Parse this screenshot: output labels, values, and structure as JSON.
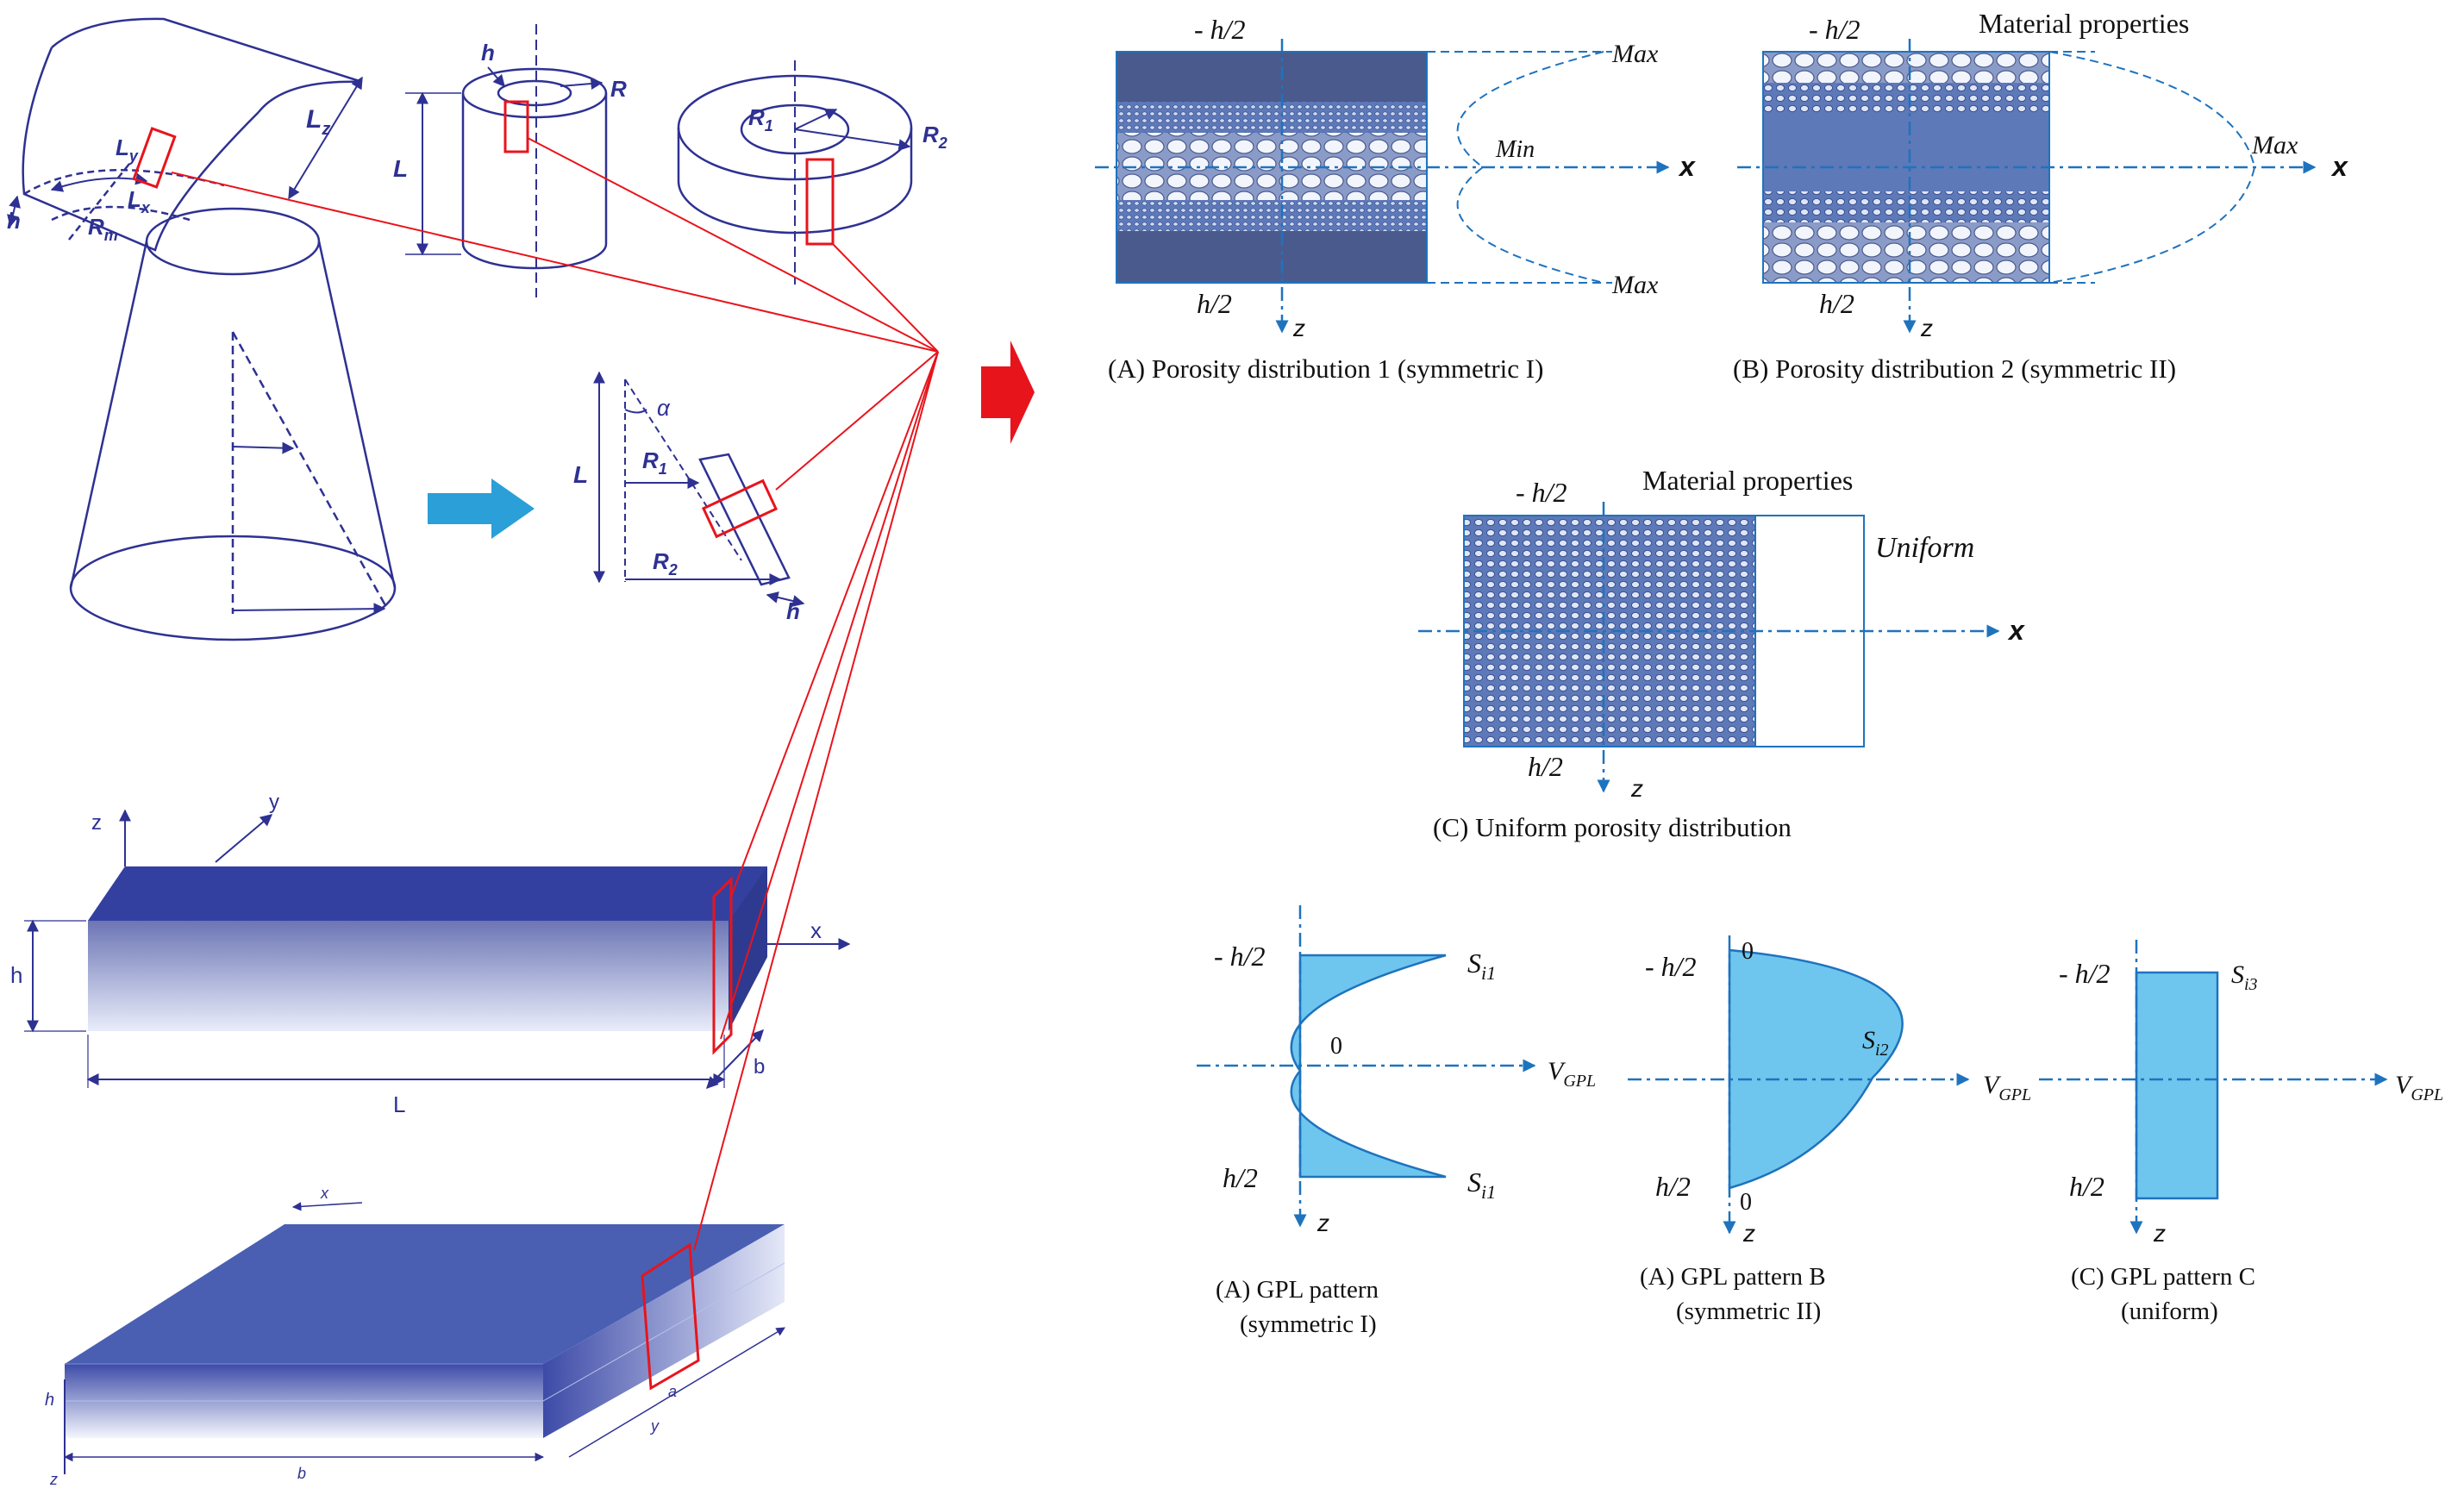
{
  "colors": {
    "sketch": "#2e3192",
    "sketch_light": "#5b5fb8",
    "callout": "#e8141c",
    "arrow_blue": "#2a9fd8",
    "axis": "#1e73be",
    "profile_fill": "#6ec6ee",
    "profile_stroke": "#1e73be",
    "foam_dark": "#4a5a8c",
    "foam_mid": "#5e79b8",
    "solid_top": "#3c4aa0"
  },
  "icons": [
    "right-arrow-icon",
    "red-arrow-icon"
  ],
  "shells": {
    "curved_panel": {
      "L_z": "L",
      "L_z_sub": "z",
      "L_y": "L",
      "L_y_sub": "y",
      "L_x": "L",
      "L_x_sub": "x",
      "R_m": "R",
      "R_m_sub": "m",
      "h": "h"
    },
    "cylinder": {
      "h": "h",
      "R": "R",
      "L": "L"
    },
    "annulus": {
      "R1": "R",
      "R1_sub": "1",
      "R2": "R",
      "R2_sub": "2"
    },
    "cone_section": {
      "L": "L",
      "alpha": "α",
      "R1": "R",
      "R1_sub": "1",
      "R2": "R",
      "R2_sub": "2",
      "h": "h"
    },
    "beam": {
      "z": "z",
      "y": "y",
      "x": "x",
      "h": "h",
      "L": "L",
      "b": "b"
    },
    "plate": {
      "x": "x",
      "h": "h",
      "b": "b",
      "a": "a",
      "y": "y",
      "z": "z"
    }
  },
  "porosity": {
    "A": {
      "top": "- h/2",
      "bottom": "h/2",
      "max_top": "Max",
      "min": "Min",
      "max_bottom": "Max",
      "x": "x",
      "z": "z",
      "caption": "(A) Porosity distribution 1 (symmetric I)"
    },
    "B": {
      "title": "Material properties",
      "top": "- h/2",
      "bottom": "h/2",
      "max": "Max",
      "x": "x",
      "z": "z",
      "caption": "(B) Porosity distribution 2 (symmetric II)"
    },
    "C": {
      "title": "Material properties",
      "top": "- h/2",
      "bottom": "h/2",
      "uniform": "Uniform",
      "x": "x",
      "z": "z",
      "caption": "(C) Uniform porosity distribution"
    }
  },
  "gpl": {
    "A": {
      "top": "- h/2",
      "bottom": "h/2",
      "s_top": "S",
      "s_top_sub": "i1",
      "s_bottom": "S",
      "s_bottom_sub": "i1",
      "zero": "0",
      "v": "V",
      "v_sub": "GPL",
      "z": "z",
      "caption_1": "(A) GPL pattern",
      "caption_2": "(symmetric I)"
    },
    "B": {
      "top": "- h/2",
      "bottom": "h/2",
      "zero_top": "0",
      "zero_bottom": "0",
      "s": "S",
      "s_sub": "i2",
      "v": "V",
      "v_sub": "GPL",
      "z": "z",
      "caption_1": "(A) GPL pattern B",
      "caption_2": "(symmetric II)"
    },
    "C": {
      "top": "- h/2",
      "bottom": "h/2",
      "s": "S",
      "s_sub": "i3",
      "v": "V",
      "v_sub": "GPL",
      "z": "z",
      "caption_1": "(C) GPL pattern C",
      "caption_2": "(uniform)"
    }
  }
}
